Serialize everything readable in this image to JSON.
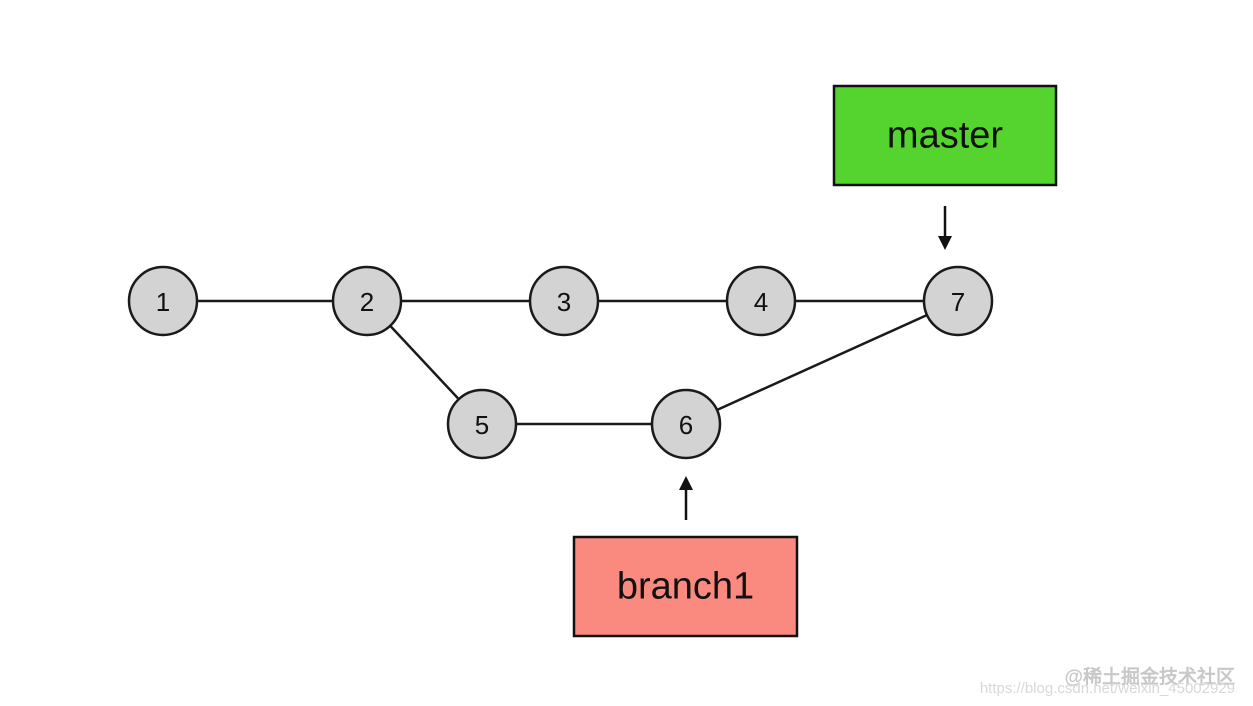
{
  "nodes": [
    {
      "id": "1",
      "label": "1"
    },
    {
      "id": "2",
      "label": "2"
    },
    {
      "id": "3",
      "label": "3"
    },
    {
      "id": "4",
      "label": "4"
    },
    {
      "id": "5",
      "label": "5"
    },
    {
      "id": "6",
      "label": "6"
    },
    {
      "id": "7",
      "label": "7"
    }
  ],
  "edges": [
    [
      "1",
      "2"
    ],
    [
      "2",
      "3"
    ],
    [
      "3",
      "4"
    ],
    [
      "4",
      "7"
    ],
    [
      "2",
      "5"
    ],
    [
      "5",
      "6"
    ],
    [
      "6",
      "7"
    ]
  ],
  "branches": [
    {
      "name": "master",
      "target": "7",
      "color": "#55d42f"
    },
    {
      "name": "branch1",
      "target": "6",
      "color": "#fa8a80"
    }
  ],
  "watermark": {
    "main": "@稀土掘金技术社区",
    "sub": "https://blog.csdn.net/weixin_45002929"
  }
}
